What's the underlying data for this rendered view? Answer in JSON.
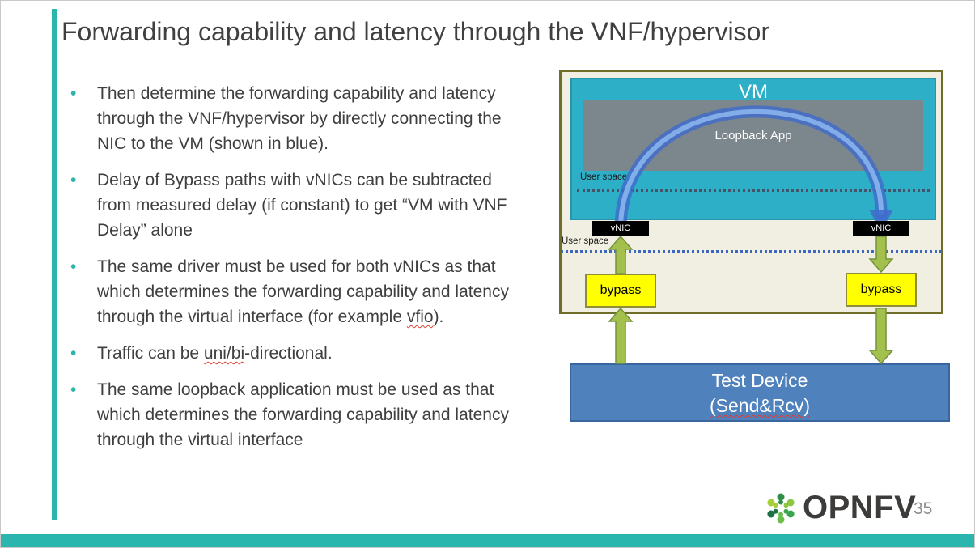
{
  "slide": {
    "title": "Forwarding capability and latency through the VNF/hypervisor",
    "accent_color": "#2bb6ad"
  },
  "bullets": [
    {
      "text": "Then determine the forwarding capability and latency through the VNF/hypervisor by directly connecting the NIC to the VM (shown in blue)."
    },
    {
      "text": "Delay of Bypass paths with vNICs can be subtracted from measured delay (if constant) to get “VM with VNF Delay” alone"
    },
    {
      "text": "The same driver must be used for both vNICs as that which determines the forwarding capability and latency through the virtual interface (for example vfio).",
      "squiggle": [
        "vfio"
      ]
    },
    {
      "text": "Traffic can be uni/bi-directional.",
      "squiggle": [
        "uni/bi"
      ]
    },
    {
      "text": "The same loopback application must be used as that which determines the forwarding capability and latency through the virtual interface"
    }
  ],
  "diagram": {
    "vm": {
      "label": "VM",
      "fill": "#2eafc8"
    },
    "loopback_app": {
      "label": "Loopback App",
      "fill": "#7b878d"
    },
    "user_space_vm": "User space",
    "user_space_host": "User space",
    "vnic_left": "vNIC",
    "vnic_right": "vNIC",
    "bypass_left": "bypass",
    "bypass_right": "bypass",
    "test_device": {
      "line1": "Test Device",
      "line2": "(Send&Rcv)",
      "fill": "#4f81bd"
    },
    "host_fill": "#f0efe1",
    "host_border": "#6e6e27",
    "bypass_fill": "#ffff00",
    "arrow_color": "#a3c04c",
    "arc_color": "#3f6bcb"
  },
  "footer": {
    "brand": "OPNFV",
    "page_number": "35",
    "bar_color": "#2bb6ad"
  }
}
